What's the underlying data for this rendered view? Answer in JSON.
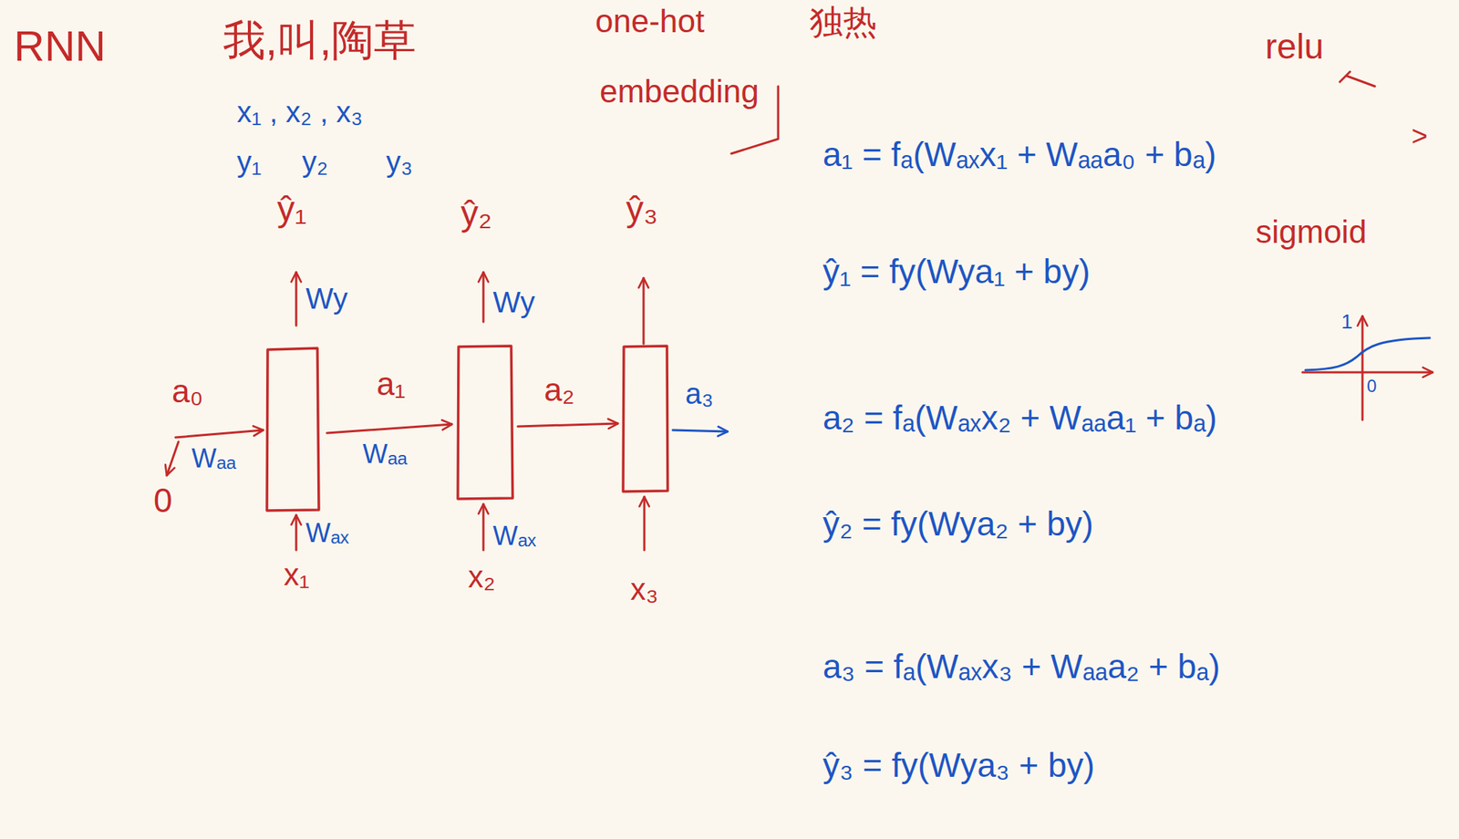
{
  "diagram": {
    "labels": [
      "RNN",
      "我,叫,陶草",
      "x₁ , x₂ , x₃",
      "y₁",
      "y₂",
      "y₃",
      "one-hot",
      "独热",
      "embedding",
      "relu",
      ">",
      "sigmoid",
      "1",
      "0",
      "ŷ₁",
      "Wy",
      "ŷ₂",
      "Wy",
      "ŷ₃",
      "a₀",
      "Wₐₐ",
      "0",
      "a₁",
      "Wₐₐ",
      "a₂",
      "a₃",
      "Wₐₓ",
      "x₁",
      "Wₐₓ",
      "x₂",
      "x₃",
      "a₁ = fₐ(Wₐₓx₁ + Wₐₐa₀ + bₐ)",
      "ŷ₁ = fy(Wya₁ + by)",
      "a₂ = fₐ(Wₐₓx₂ + Wₐₐa₁ + bₐ)",
      "ŷ₂ = fy(Wya₂ + by)",
      "a₃ = fₐ(Wₐₓx₃ + Wₐₐa₂ + bₐ)",
      "ŷ₃ = fy(Wya₃ + by)"
    ]
  }
}
